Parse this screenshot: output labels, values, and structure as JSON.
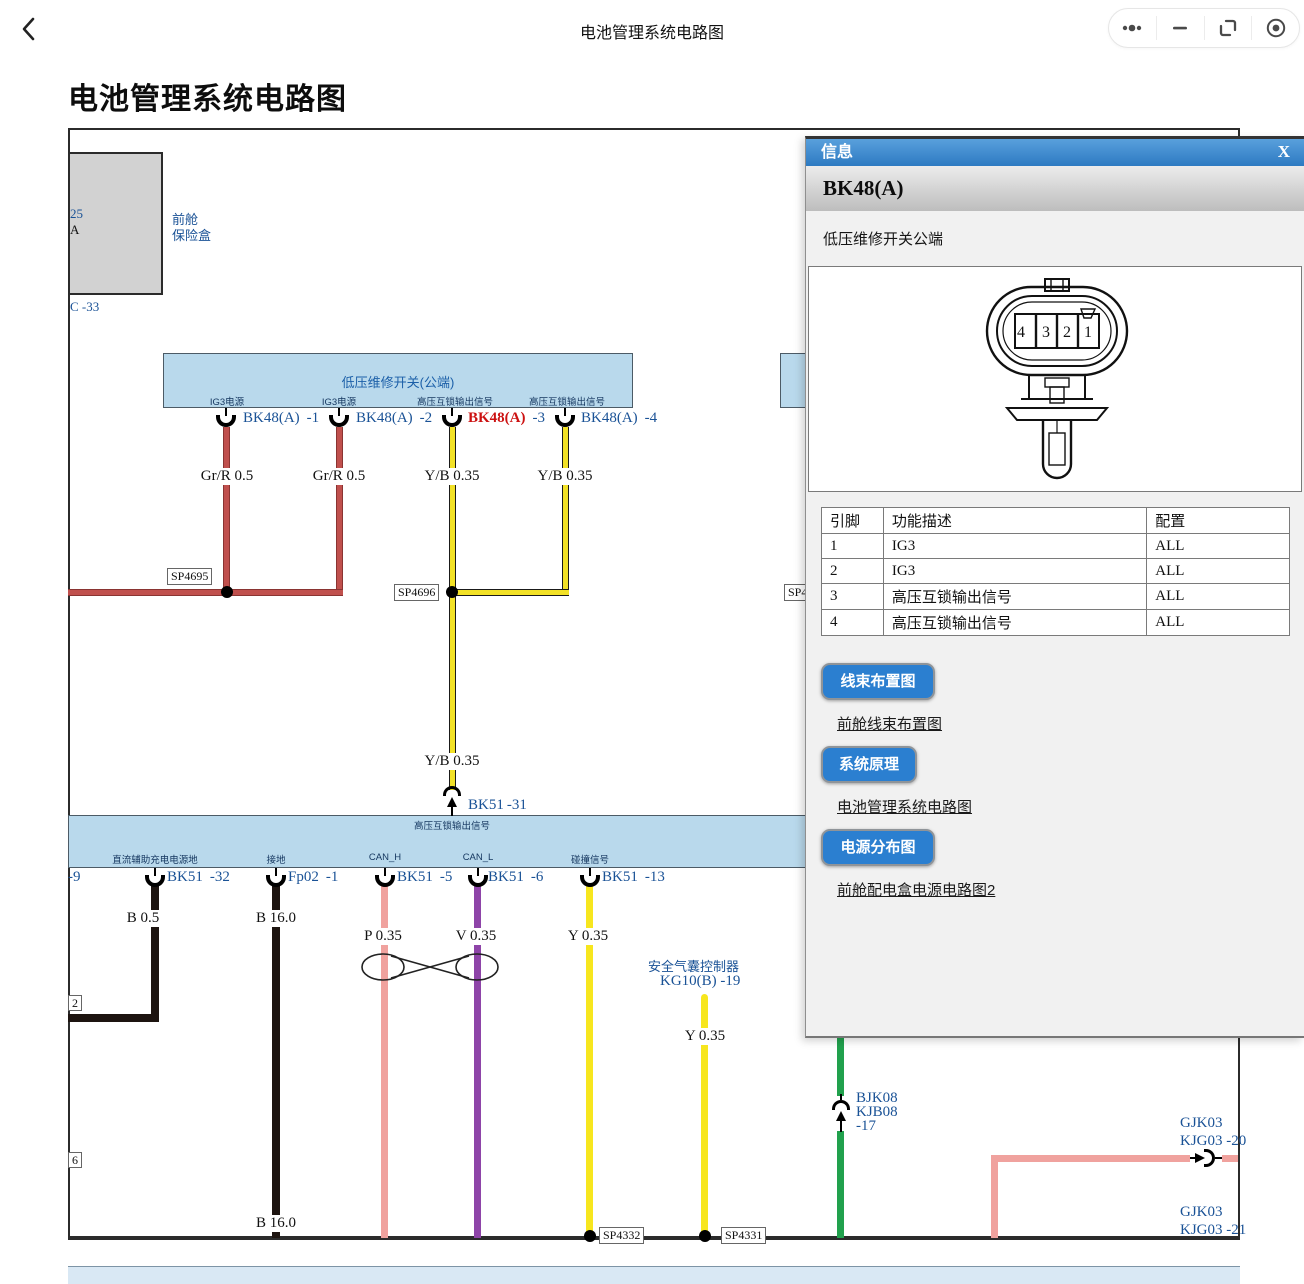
{
  "topbar": {
    "title": "电池管理系统电路图",
    "icons": {
      "back": "back-chevron",
      "more": "more-dots",
      "minimize": "minimize-dash",
      "restore": "restore-frame",
      "target": "record-target"
    }
  },
  "page": {
    "heading": "电池管理系统电路图"
  },
  "colors": {
    "band_blue": "#b9d9ec",
    "label_blue": "#1a5296",
    "label_red": "#cc1111",
    "wire_red": "#c0504d",
    "wire_yellow": "#f2e126",
    "wire_black": "#1d1410",
    "wire_pink": "#f0a29e",
    "wire_purple": "#8e44a8",
    "wire_green": "#21a14d",
    "panel_header_blue": "#2f7fc6",
    "button_blue": "#2b7fd0"
  },
  "diagram": {
    "fusebox": {
      "amp_top": "25",
      "amp_unit": "A",
      "connector": "C -33",
      "name_l1": "前舱",
      "name_l2": "保险盒"
    },
    "band1": {
      "title": "低压维修开关(公端)",
      "pins": [
        {
          "signal": "IG3电源",
          "conn": "BK48(A)",
          "pin": "-1"
        },
        {
          "signal": "IG3电源",
          "conn": "BK48(A)",
          "pin": "-2"
        },
        {
          "signal": "高压互锁输出信号",
          "conn": "BK48(A)",
          "pin": "-3"
        },
        {
          "signal": "高压互锁输出信号",
          "conn": "BK48(A)",
          "pin": "-4"
        }
      ]
    },
    "band2": {
      "title": "高压互锁输出信号",
      "left_partial_pin": "-9",
      "pins": [
        {
          "signal": "直流辅助充电电源地",
          "conn": "BK51",
          "pin": "-32"
        },
        {
          "signal": "接地",
          "conn": "Fp02",
          "pin": "-1"
        },
        {
          "signal": "CAN_H",
          "conn": "BK51",
          "pin": "-5"
        },
        {
          "signal": "CAN_L",
          "conn": "BK51",
          "pin": "-6"
        },
        {
          "signal": "碰撞信号",
          "conn": "BK51",
          "pin": "-13"
        }
      ]
    },
    "wire_labels": {
      "grr": "Gr/R 0.5",
      "yb": "Y/B 0.35",
      "b05": "B 0.5",
      "b16": "B 16.0",
      "p": "P 0.35",
      "v": "V 0.35",
      "y": "Y 0.35"
    },
    "splices": {
      "sp4695": "SP4695",
      "sp4696": "SP4696",
      "sp_partial": "SP4",
      "sp4332": "SP4332",
      "sp4331": "SP4331"
    },
    "inline_connectors": {
      "bk51_31": {
        "conn": "BK51",
        "pin": "-31"
      },
      "bjk": {
        "l1": "BJK08",
        "l2": "KJB08",
        "l3": "-17"
      },
      "gjk_top": {
        "l1": "GJK03",
        "l2": "KJG03  -20"
      },
      "gjk_bottom": {
        "l1": "GJK03",
        "l2": "KJG03  -21"
      },
      "airbag": {
        "l1": "安全气囊控制器",
        "l2": "KG10(B)  -19"
      }
    },
    "left_refs": {
      "box2": "2",
      "box6": "6"
    }
  },
  "panel": {
    "title": "信息",
    "close": "X",
    "subtitle": "BK48(A)",
    "description": "低压维修开关公端",
    "connector_pins": [
      "4",
      "3",
      "2",
      "1"
    ],
    "table": {
      "headers": [
        "引脚",
        "功能描述",
        "配置"
      ],
      "rows": [
        [
          "1",
          "IG3",
          "ALL"
        ],
        [
          "2",
          "IG3",
          "ALL"
        ],
        [
          "3",
          "高压互锁输出信号",
          "ALL"
        ],
        [
          "4",
          "高压互锁输出信号",
          "ALL"
        ]
      ]
    },
    "buttons": [
      {
        "label": "线束布置图",
        "link": "前舱线束布置图"
      },
      {
        "label": "系统原理",
        "link": "电池管理系统电路图"
      },
      {
        "label": "电源分布图",
        "link": "前舱配电盒电源电路图2"
      }
    ]
  }
}
